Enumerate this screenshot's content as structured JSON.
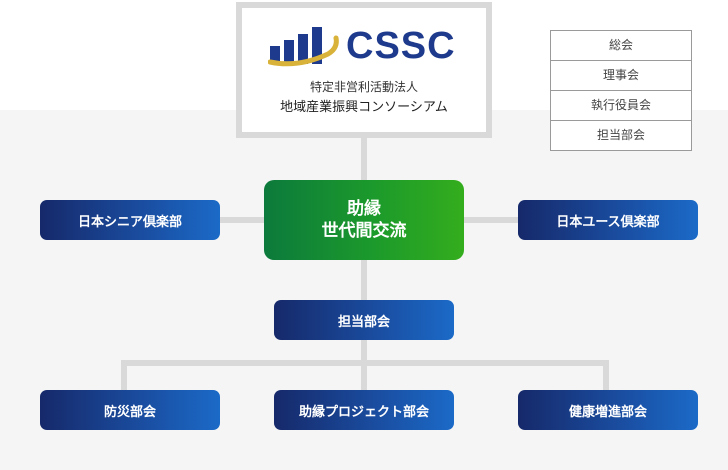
{
  "logo": {
    "wordmark": "CSSC",
    "org_type": "特定非営利活動法人",
    "org_name": "地域産業振興コンソーシアム"
  },
  "governance": [
    "総会",
    "理事会",
    "執行役員会",
    "担当部会"
  ],
  "center": {
    "line1": "助縁",
    "line2": "世代間交流"
  },
  "left_partner": "日本シニア倶楽部",
  "right_partner": "日本ユース倶楽部",
  "dept_head": "担当部会",
  "departments": [
    "防災部会",
    "助縁プロジェクト部会",
    "健康増進部会"
  ],
  "colors": {
    "navy": "#16296a",
    "blue": "#1b6ac7",
    "green": "#0c7a3c",
    "lime": "#34ad1d",
    "logo_gold": "#d9b23a"
  }
}
